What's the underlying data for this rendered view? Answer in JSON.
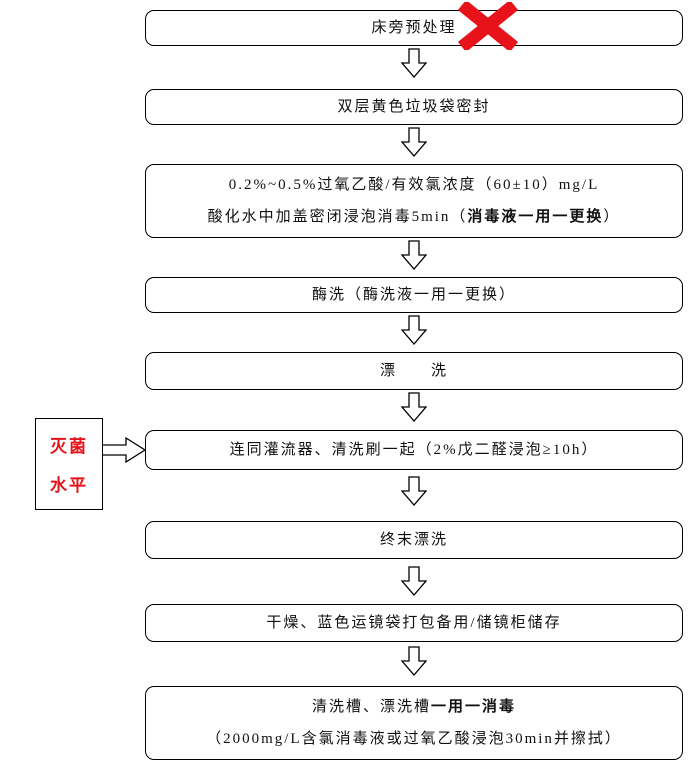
{
  "flowchart": {
    "steps": {
      "step1": {
        "line1": "床旁预处理"
      },
      "step2": {
        "line1": "双层黄色垃圾袋密封"
      },
      "step3": {
        "line1": "0.2%~0.5%过氧乙酸/有效氯浓度（60±10）mg/L",
        "line2_normal": "酸化水中加盖密闭浸泡消毒5min（",
        "line2_bold": "消毒液一用一更换",
        "line2_end": "）"
      },
      "step4": {
        "line1": "酶洗（酶洗液一用一更换）"
      },
      "step5": {
        "line1": "漂　　洗"
      },
      "step6": {
        "line1": "连同灌流器、清洗刷一起（2%戊二醛浸泡≥10h）"
      },
      "step7": {
        "line1": "终末漂洗"
      },
      "step8": {
        "line1": "干燥、蓝色运镜袋打包备用/储镜柜储存"
      },
      "step9": {
        "line1_normal": "清洗槽、漂洗槽",
        "line1_bold": "一用一消毒",
        "line2": "（2000mg/L含氯消毒液或过氧乙酸浸泡30min并擦拭）"
      }
    },
    "side_label": {
      "line1": "灭菌",
      "line2": "水平"
    },
    "icons": {
      "red_x": "red-x-mark",
      "down_arrow": "hollow-down-arrow",
      "right_arrow": "hollow-right-arrow"
    },
    "colors": {
      "red": "#e8131a",
      "border": "#000000",
      "background": "#ffffff"
    }
  }
}
